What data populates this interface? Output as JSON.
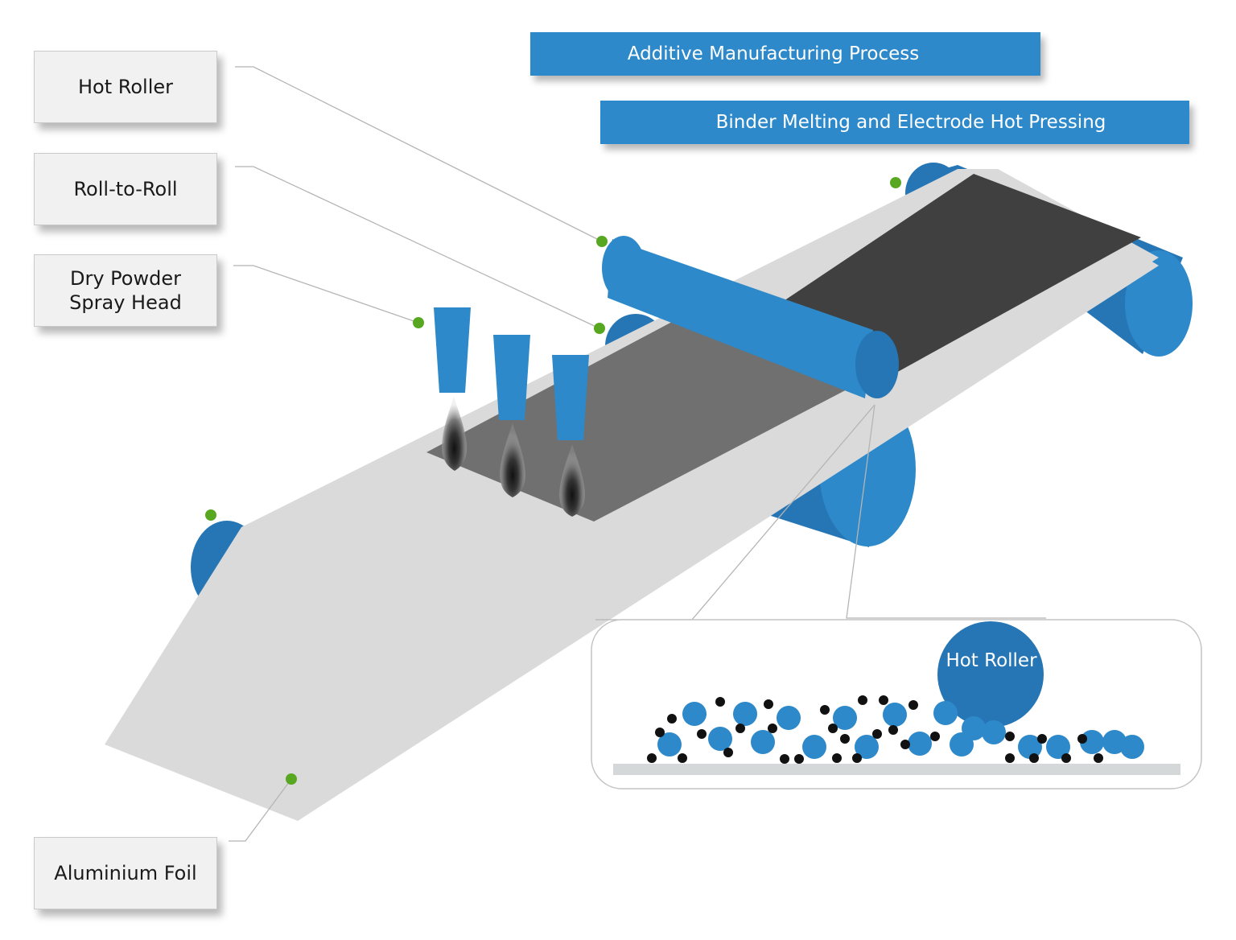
{
  "title_banners": {
    "primary": "Additive Manufacturing Process",
    "secondary": "Binder Melting and Electrode Hot Pressing"
  },
  "callout_labels": {
    "hot_roller": "Hot Roller",
    "roll_to_roll": "Roll-to-Roll",
    "spray_head": "Dry Powder Spray Head",
    "aluminium_foil": "Aluminium Foil"
  },
  "inset": {
    "roller_label": "Hot Roller",
    "description_icons": [
      "active-material-particle",
      "binder-particle",
      "substrate"
    ]
  },
  "colors": {
    "roller_blue": "#2d89c9",
    "roller_shade": "#2676b5",
    "foil": "#dadada",
    "powder_layer": "#707070",
    "pressed_electrode": "#404040",
    "marker_green": "#57a820",
    "particle_black": "#111111",
    "leader_line": "#b5b5b5"
  },
  "components": [
    "hot roller",
    "roll-to-roll system",
    "3 dry powder spray heads",
    "aluminium foil"
  ]
}
